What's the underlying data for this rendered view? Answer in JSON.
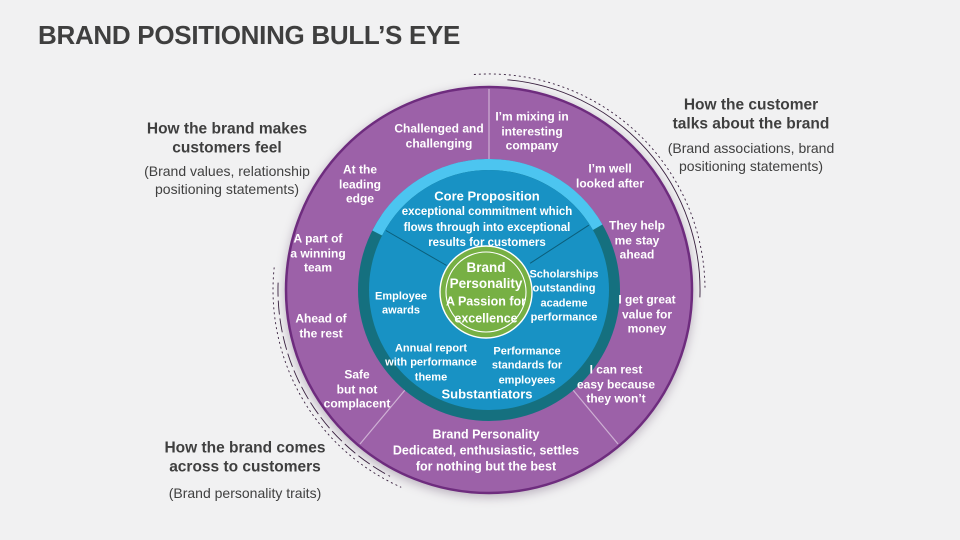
{
  "title": "BRAND POSITIONING BULL’S EYE",
  "colors": {
    "background": "#F1F1F2",
    "title_text": "#3F3F3F",
    "outer_ring": "#9C61A8",
    "outer_ring_border": "#6E2C7E",
    "mid_ring": "#15707F",
    "core_arc": "#4CC5F0",
    "core_fill": "#1892C4",
    "core_divider": "#0B5E7A",
    "center_fill": "#77B044",
    "label_text": "#FFFFFF",
    "decorative_arc": "#39213F"
  },
  "annotations": {
    "feel": {
      "heading": "How the brand makes\ncustomers feel",
      "sub": "(Brand values, relationship\npositioning statements)"
    },
    "talks": {
      "heading": "How the customer\ntalks about the brand",
      "sub": "(Brand associations, brand\npositioning statements)"
    },
    "comes_across": {
      "heading": "How the brand comes\nacross to customers",
      "sub": "(Brand personality traits)"
    }
  },
  "outer_ring": {
    "labels": [
      "Challenged and\nchallenging",
      "I’m mixing in\ninteresting\ncompany",
      "At the\nleading\nedge",
      "I’m well\nlooked after",
      "A part of\na winning\nteam",
      "They help\nme stay\nahead",
      "Ahead of\nthe rest",
      "I get great\nvalue for\nmoney",
      "Safe\nbut not\ncomplacent",
      "I can rest\neasy because\nthey won’t"
    ],
    "bottom_heading": "Brand Personality",
    "bottom_body": "Dedicated, enthusiastic, settles\nfor nothing but the best"
  },
  "core": {
    "heading": "Core Proposition",
    "body": "exceptional commitment which\nflows through into exceptional\nresults for customers",
    "substantiators_heading": "Substantiators",
    "items": [
      "Employee\nawards",
      "Scholarships\noutstanding\nacademe\nperformance",
      "Annual report\nwith performance\ntheme",
      "Performance\nstandards for\nemployees"
    ]
  },
  "center": {
    "heading": "Brand\nPersonality",
    "body": "A Passion for\nexcellence"
  }
}
